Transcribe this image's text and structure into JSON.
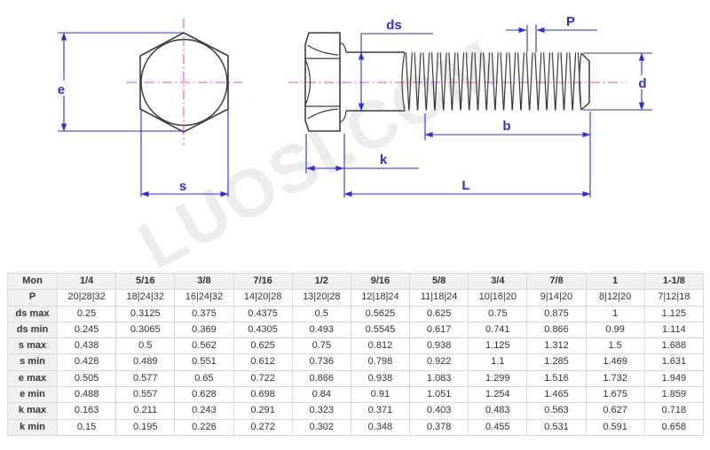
{
  "watermark_text": "LUOSI.COM",
  "diagram": {
    "labels": {
      "e": "e",
      "s": "s",
      "ds": "ds",
      "p": "P",
      "d": "d",
      "b": "b",
      "k": "k",
      "l": "L"
    }
  },
  "colors": {
    "dimension_blue": "#2b2bee",
    "centerline_pink": "#ff63d1",
    "outline_gray": "#3c3c3c",
    "watermark_gray": "#ececec",
    "table_border": "#d8d8d8",
    "table_header_bg": "#f0f0f0",
    "table_text": "#333333"
  },
  "table": {
    "header": [
      "Mon",
      "1/4",
      "5/16",
      "3/8",
      "7/16",
      "1/2",
      "9/16",
      "5/8",
      "3/4",
      "7/8",
      "1",
      "1-1/8"
    ],
    "rows": [
      {
        "label": "P",
        "values": [
          "20|28|32",
          "18|24|32",
          "16|24|32",
          "14|20|28",
          "13|20|28",
          "12|18|24",
          "11|18|24",
          "10|16|20",
          "9|14|20",
          "8|12|20",
          "7|12|18"
        ]
      },
      {
        "label": "ds max",
        "values": [
          "0.25",
          "0.3125",
          "0.375",
          "0.4375",
          "0.5",
          "0.5625",
          "0.625",
          "0.75",
          "0.875",
          "1",
          "1.125"
        ]
      },
      {
        "label": "ds min",
        "values": [
          "0.245",
          "0.3065",
          "0.369",
          "0.4305",
          "0.493",
          "0.5545",
          "0.617",
          "0.741",
          "0.866",
          "0.99",
          "1.114"
        ]
      },
      {
        "label": "s max",
        "values": [
          "0.438",
          "0.5",
          "0.562",
          "0.625",
          "0.75",
          "0.812",
          "0.938",
          "1.125",
          "1.312",
          "1.5",
          "1.688"
        ]
      },
      {
        "label": "s min",
        "values": [
          "0.428",
          "0.489",
          "0.551",
          "0.612",
          "0.736",
          "0.798",
          "0.922",
          "1.1",
          "1.285",
          "1.469",
          "1.631"
        ]
      },
      {
        "label": "e max",
        "values": [
          "0.505",
          "0.577",
          "0.65",
          "0.722",
          "0.866",
          "0.938",
          "1.083",
          "1.299",
          "1.516",
          "1.732",
          "1.949"
        ]
      },
      {
        "label": "e min",
        "values": [
          "0.488",
          "0.557",
          "0.628",
          "0.698",
          "0.84",
          "0.91",
          "1.051",
          "1.254",
          "1.465",
          "1.675",
          "1.859"
        ]
      },
      {
        "label": "k max",
        "values": [
          "0.163",
          "0.211",
          "0.243",
          "0.291",
          "0.323",
          "0.371",
          "0.403",
          "0.483",
          "0.563",
          "0.627",
          "0.718"
        ]
      },
      {
        "label": "k min",
        "values": [
          "0.15",
          "0.195",
          "0.226",
          "0.272",
          "0.302",
          "0.348",
          "0.378",
          "0.455",
          "0.531",
          "0.591",
          "0.658"
        ]
      }
    ]
  }
}
